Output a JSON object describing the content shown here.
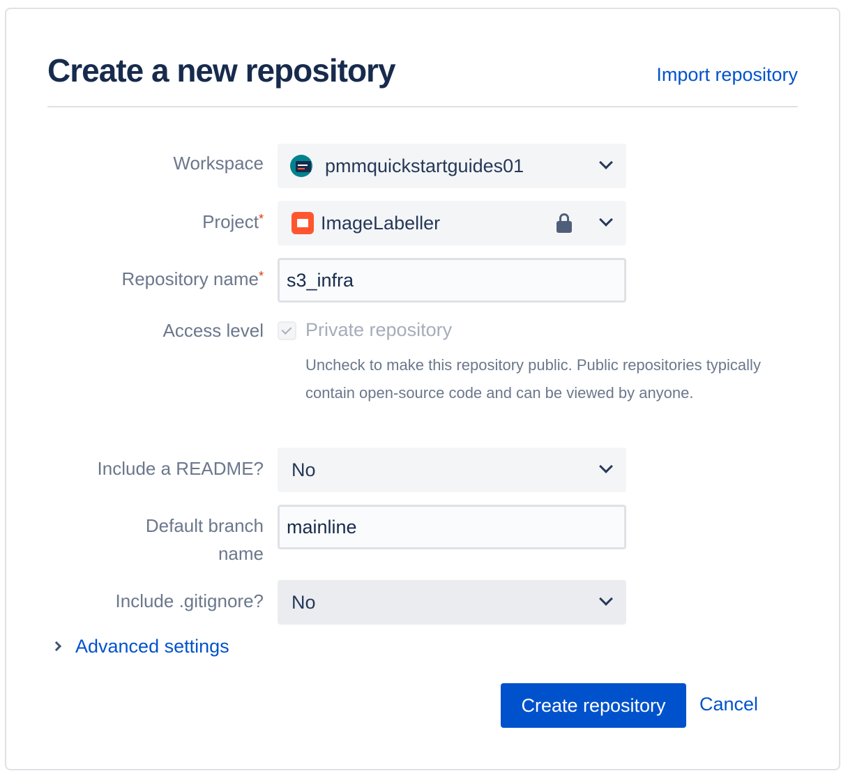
{
  "header": {
    "title": "Create a new repository",
    "import_link": "Import repository"
  },
  "form": {
    "workspace": {
      "label": "Workspace",
      "value": "pmmquickstartguides01",
      "icon": "workspace-avatar-icon"
    },
    "project": {
      "label": "Project",
      "required": "*",
      "value": "ImageLabeller",
      "icon": "folder-icon",
      "lock_icon": "lock-icon"
    },
    "repo_name": {
      "label": "Repository name",
      "required": "*",
      "value": "s3_infra"
    },
    "access": {
      "label": "Access level",
      "checkbox_label": "Private repository",
      "checked": true,
      "disabled": true,
      "help": "Uncheck to make this repository public. Public repositories typically contain open-source code and can be viewed by anyone."
    },
    "readme": {
      "label": "Include a README?",
      "value": "No"
    },
    "branch": {
      "label": "Default branch name",
      "value": "mainline"
    },
    "gitignore": {
      "label": "Include .gitignore?",
      "value": "No"
    },
    "advanced": "Advanced settings"
  },
  "actions": {
    "create": "Create repository",
    "cancel": "Cancel"
  },
  "colors": {
    "primary": "#0052cc",
    "required": "#de350b",
    "project_icon": "#ff5630",
    "workspace_icon": "#00838f"
  }
}
